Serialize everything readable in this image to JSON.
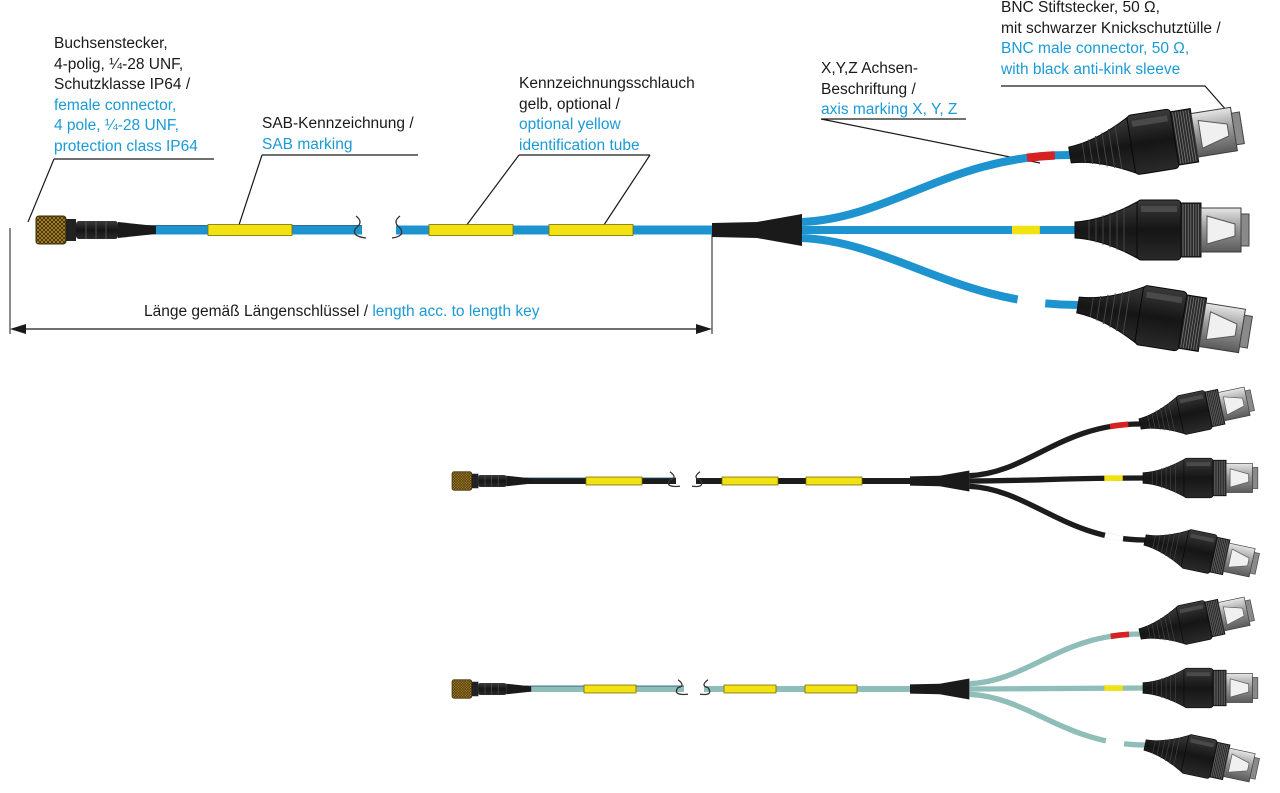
{
  "labels": {
    "female_connector": {
      "de": [
        "Buchsenstecker,",
        "4-polig, ¼-28 UNF,",
        "Schutzklasse IP64 /"
      ],
      "en": [
        "female connector,",
        "4 pole, ¼-28 UNF,",
        "protection class IP64"
      ]
    },
    "sab_marking": {
      "de": [
        "SAB-Kennzeichnung /"
      ],
      "en": [
        "SAB marking"
      ]
    },
    "id_tube": {
      "de": [
        "Kennzeichnungsschlauch",
        "gelb, optional /"
      ],
      "en": [
        "optional yellow",
        "identification tube"
      ]
    },
    "axis_marking": {
      "de": [
        "X,Y,Z Achsen-",
        "Beschriftung /"
      ],
      "en": [
        "axis marking X, Y, Z"
      ]
    },
    "bnc_connector": {
      "de": [
        "BNC Stiftstecker, 50 Ω,",
        "mit schwarzer Knickschutztülle /"
      ],
      "en": [
        "BNC male connector, 50 Ω,",
        "with black anti-kink sleeve"
      ]
    },
    "length": {
      "de": "Länge gemäß Längenschlüssel / ",
      "en": "length acc. to length key"
    }
  },
  "colors": {
    "text_de": "#1a1a1a",
    "text_en": "#1a9ad6",
    "cable_variants": [
      "#1d93cf",
      "#1c1c1c",
      "#8fbdb8"
    ],
    "marking_yellow": "#f2e212",
    "axis_x": "#d62222",
    "axis_y": "#f2e212",
    "axis_z": "#ffffff"
  },
  "variants": [
    "blue cable",
    "black cable",
    "grey-green cable"
  ]
}
